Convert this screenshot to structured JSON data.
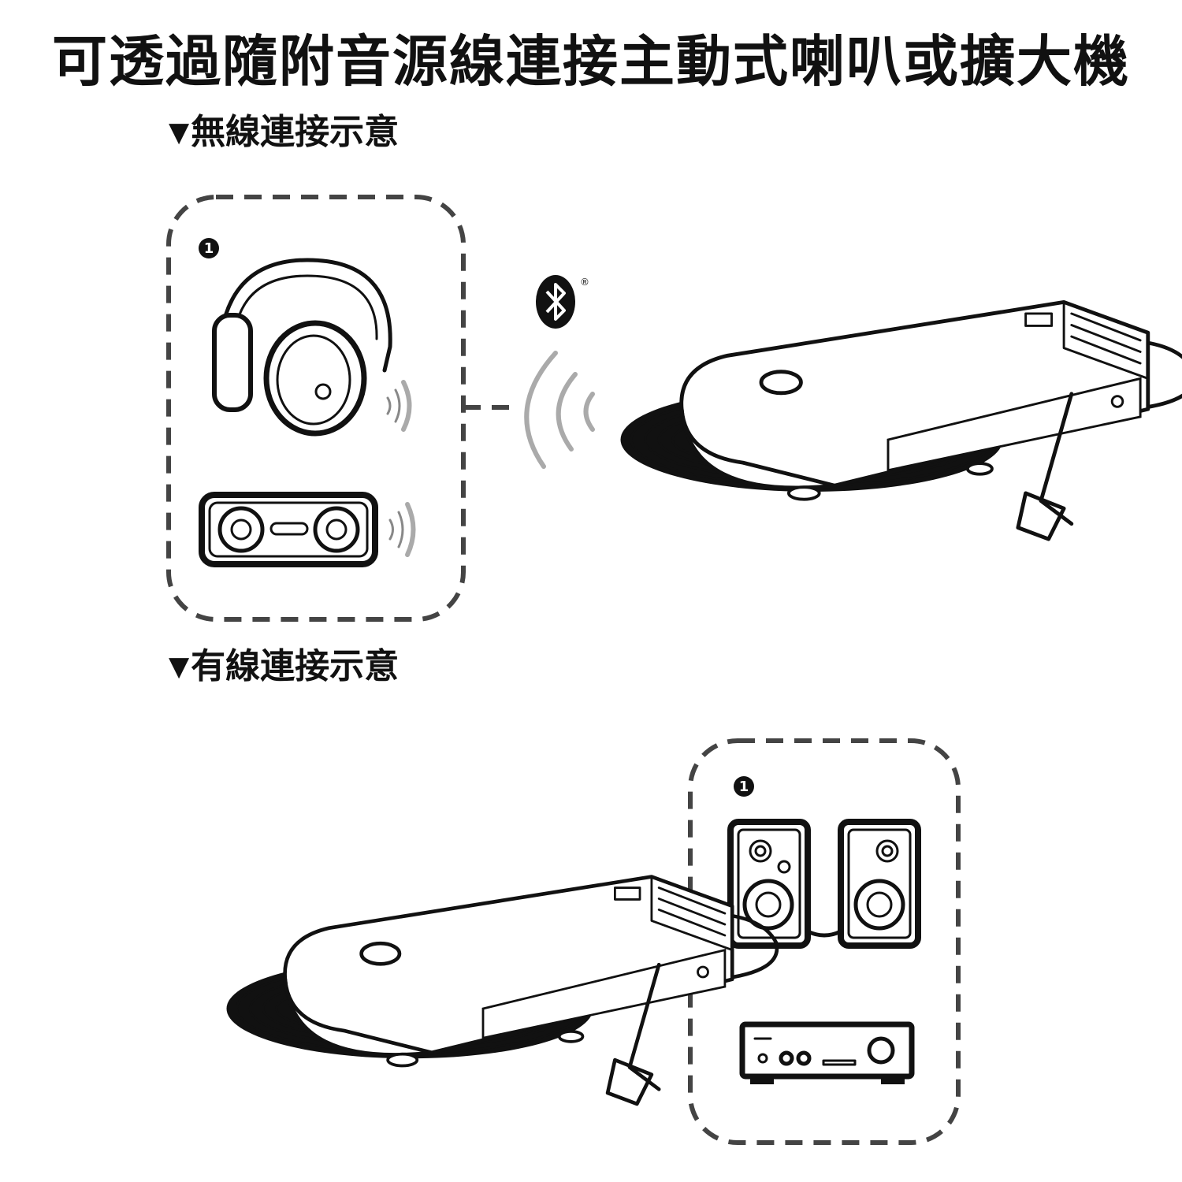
{
  "title": "可透過隨附音源線連接主動式喇叭或擴大機",
  "sections": {
    "wireless": {
      "marker": "▼",
      "label": "無線連接示意",
      "badge": "1"
    },
    "wired": {
      "marker": "▼",
      "label": "有線連接示意",
      "badge": "1"
    }
  },
  "icons": {
    "bluetooth": "bluetooth-icon",
    "registered": "®"
  },
  "colors": {
    "ink": "#111111",
    "dash": "#444444",
    "wave": "#aaaaaa",
    "background": "#ffffff"
  }
}
